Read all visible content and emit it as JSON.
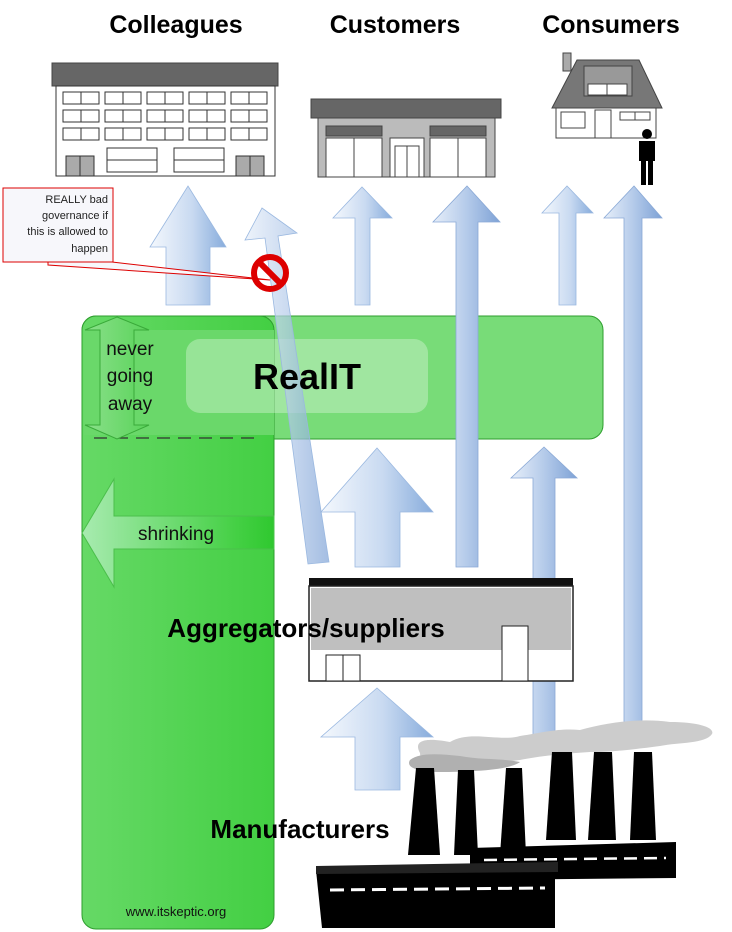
{
  "labels": {
    "colleagues": "Colleagues",
    "customers": "Customers",
    "consumers": "Consumers",
    "realit": "RealIT",
    "never": "never",
    "going": "going",
    "away": "away",
    "shrinking": "shrinking",
    "aggregators": "Aggregators/suppliers",
    "manufacturers": "Manufacturers",
    "footer": "www.itskeptic.org"
  },
  "callout": {
    "line1": "REALLY bad",
    "line2": "governance if",
    "line3": "this is allowed to",
    "line4": "happen"
  },
  "colors": {
    "green": "#5cd65c",
    "green_light": "#80df80",
    "arrow_blue": "#8fb3e0",
    "prohibit_red": "#dd0000",
    "callout_border": "#dd0000"
  }
}
